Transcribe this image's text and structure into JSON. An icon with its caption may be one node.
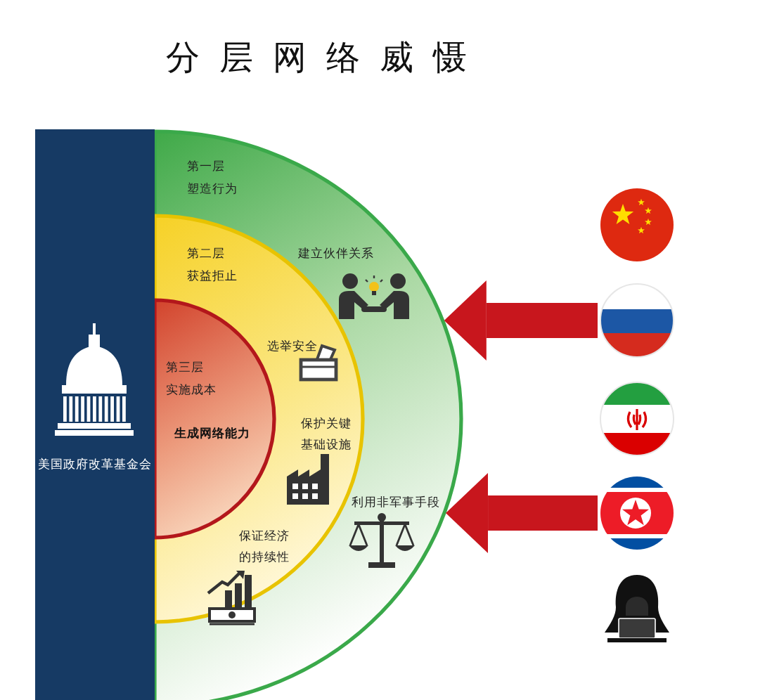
{
  "diagram": {
    "title": "分层网络威慑",
    "nodes": [
      {
        "text": [
          "美国政府改革基金会"
        ]
      },
      {
        "text": [
          "第一层",
          "塑造行为"
        ]
      },
      {
        "text": [
          "第二层",
          "获益拒止"
        ],
        "in": 1
      },
      {
        "text": [
          "第三层",
          "实施成本",
          "生成网络能力"
        ],
        "in": 2
      },
      {
        "text": [],
        "shape": "picture"
      },
      {
        "text": [],
        "shape": "picture"
      },
      {
        "text": [],
        "shape": "picture"
      },
      {
        "text": [],
        "shape": "picture"
      },
      {
        "text": [],
        "shape": "picture"
      }
    ],
    "edges": [
      {
        "from": 5,
        "to": 1,
        "arrow": "to"
      },
      {
        "from": 7,
        "to": 1,
        "arrow": "to"
      }
    ],
    "labels": [
      "建立伙伴关系",
      "选举安全",
      "保护关键基础设施",
      "利用非军事手段",
      "保证经济的持续性"
    ]
  }
}
